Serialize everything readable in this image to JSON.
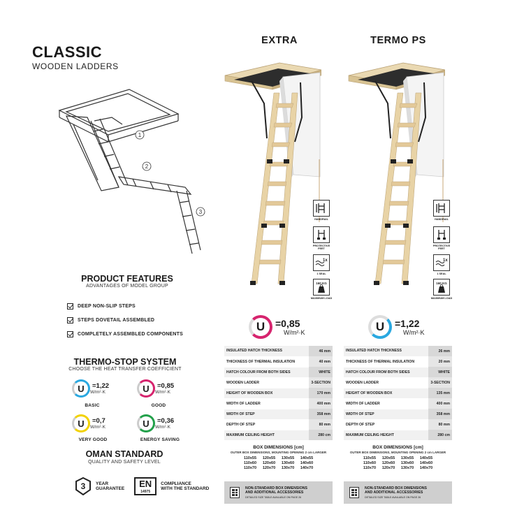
{
  "header": {
    "title": "CLASSIC",
    "subtitle": "WOODEN LADDERS"
  },
  "diagram": {
    "steps": [
      "1",
      "2",
      "3"
    ]
  },
  "features": {
    "title": "PRODUCT FEATURES",
    "subtitle": "ADVANTAGES OF MODEL GROUP",
    "items": [
      "DEEP NON-SLIP STEPS",
      "STEPS DOVETAIL ASSEMBLED",
      "COMPLETELY ASSEMBLED COMPONENTS"
    ]
  },
  "thermo": {
    "title": "THERMO-STOP SYSTEM",
    "subtitle": "CHOOSE THE HEAT TRANSFER COEFFICIENT",
    "unit": "W/m²·K",
    "levels": [
      {
        "value": "=1,22",
        "label": "BASIC",
        "color": "#2aa8e0"
      },
      {
        "value": "=0,85",
        "label": "GOOD",
        "color": "#d6246e"
      },
      {
        "value": "=0,7",
        "label": "VERY GOOD",
        "color": "#f2d200"
      },
      {
        "value": "=0,36",
        "label": "ENERGY SAVING",
        "color": "#22a04a"
      }
    ]
  },
  "oman": {
    "title": "OMAN STANDARD",
    "subtitle": "QUALITY AND SAFETY LEVEL",
    "guarantee_num": "3",
    "guarantee_text_1": "YEAR",
    "guarantee_text_2": "GUARANTEE",
    "en_label": "EN",
    "en_number": "14975",
    "compliance_1": "COMPLIANCE",
    "compliance_2": "WITH THE STANDARD"
  },
  "icons": {
    "handrail": "HANDRAIL",
    "protective": "PROTECTIVE FEET",
    "seal_count": "1x",
    "seal": "1 SEAL",
    "load_value": "160 KG",
    "load": "MAXIMUM LOAD"
  },
  "products": [
    {
      "name": "EXTRA",
      "u_value": "=0,85",
      "u_unit": "W/m²·K",
      "u_color": "#d6246e",
      "specs": [
        {
          "label": "INSULATED HATCH THICKNESS",
          "value": "46 mm"
        },
        {
          "label": "THICKNESS OF THERMAL INSULATION",
          "value": "40 mm"
        },
        {
          "label": "HATCH COLOUR FROM BOTH SIDES",
          "value": "WHITE"
        },
        {
          "label": "WOODEN LADDER",
          "value": "3-SECTION"
        },
        {
          "label": "HEIGHT OF WOODEN BOX",
          "value": "170 mm"
        },
        {
          "label": "WIDTH OF LADDER",
          "value": "400 mm"
        },
        {
          "label": "WIDTH OF STEP",
          "value": "358 mm"
        },
        {
          "label": "DEPTH OF STEP",
          "value": "80 mm"
        },
        {
          "label": "MAXIMUM CEILING HEIGHT",
          "value": "280 cm"
        }
      ],
      "box_title": "BOX DIMENSIONS [cm]",
      "box_sub": "OUTER BOX DIMENSIONS, MOUNTING OPENING 2 cm LARGER",
      "box_dims": [
        "110x55",
        "120x55",
        "130x55",
        "140x55",
        "110x60",
        "120x60",
        "130x60",
        "140x60",
        "110x70",
        "120x70",
        "130x70",
        "140x70"
      ],
      "nonstd_1": "NON-STANDARD BOX DIMENSIONS",
      "nonstd_2": "AND ADDITIONAL ACCESSORIES",
      "nonstd_small": "DETAILED SIZE TABLE AVAILABLE ON PAGE 26"
    },
    {
      "name": "TERMO PS",
      "u_value": "=1,22",
      "u_unit": "W/m²·K",
      "u_color": "#2aa8e0",
      "specs": [
        {
          "label": "INSULATED HATCH THICKNESS",
          "value": "26 mm"
        },
        {
          "label": "THICKNESS OF THERMAL INSULATION",
          "value": "20 mm"
        },
        {
          "label": "HATCH COLOUR FROM BOTH SIDES",
          "value": "WHITE"
        },
        {
          "label": "WOODEN LADDER",
          "value": "3-SECTION"
        },
        {
          "label": "HEIGHT OF WOODEN BOX",
          "value": "135 mm"
        },
        {
          "label": "WIDTH OF LADDER",
          "value": "400 mm"
        },
        {
          "label": "WIDTH OF STEP",
          "value": "358 mm"
        },
        {
          "label": "DEPTH OF STEP",
          "value": "80 mm"
        },
        {
          "label": "MAXIMUM CEILING HEIGHT",
          "value": "280 cm"
        }
      ],
      "box_title": "BOX DIMENSIONS [cm]",
      "box_sub": "OUTER BOX DIMENSIONS, MOUNTING OPENING 2 cm LARGER",
      "box_dims": [
        "110x55",
        "120x55",
        "130x55",
        "140x55",
        "110x60",
        "120x60",
        "130x60",
        "140x60",
        "110x70",
        "120x70",
        "130x70",
        "140x70"
      ],
      "nonstd_1": "NON-STANDARD BOX DIMENSIONS",
      "nonstd_2": "AND ADDITIONAL ACCESSORIES",
      "nonstd_small": "DETAILED SIZE TABLE AVAILABLE ON PAGE 26"
    }
  ]
}
